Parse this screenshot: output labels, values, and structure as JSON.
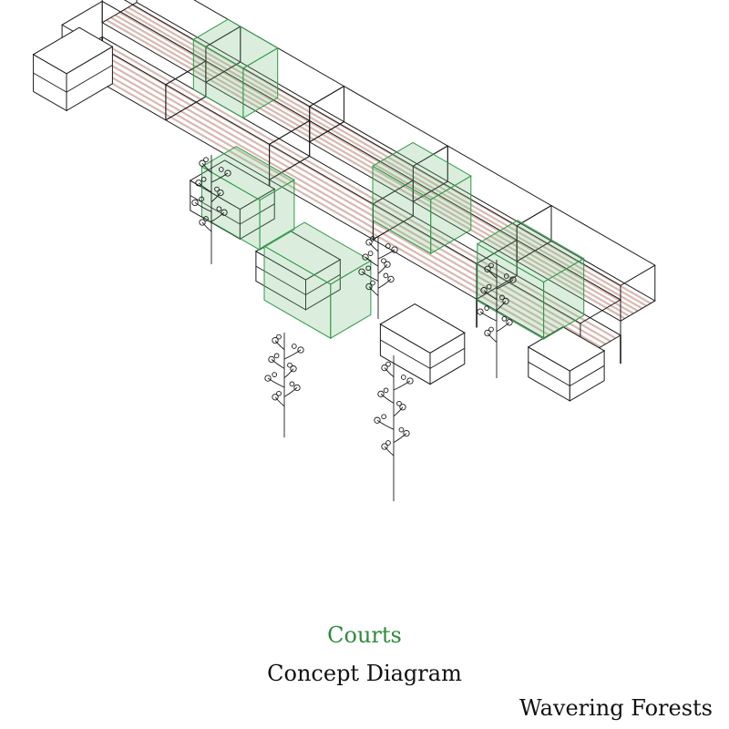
{
  "diagram": {
    "caption_courts": "Courts",
    "caption_title": "Concept Diagram",
    "caption_project": "Wavering Forests",
    "colors": {
      "line": "#1a1a1a",
      "slat": "#d8b8b0",
      "court_fill": "#7ec28a",
      "court_stroke": "#2f9a48",
      "courts_text": "#2e8b3c"
    },
    "icons": [
      "tree-icon"
    ]
  }
}
